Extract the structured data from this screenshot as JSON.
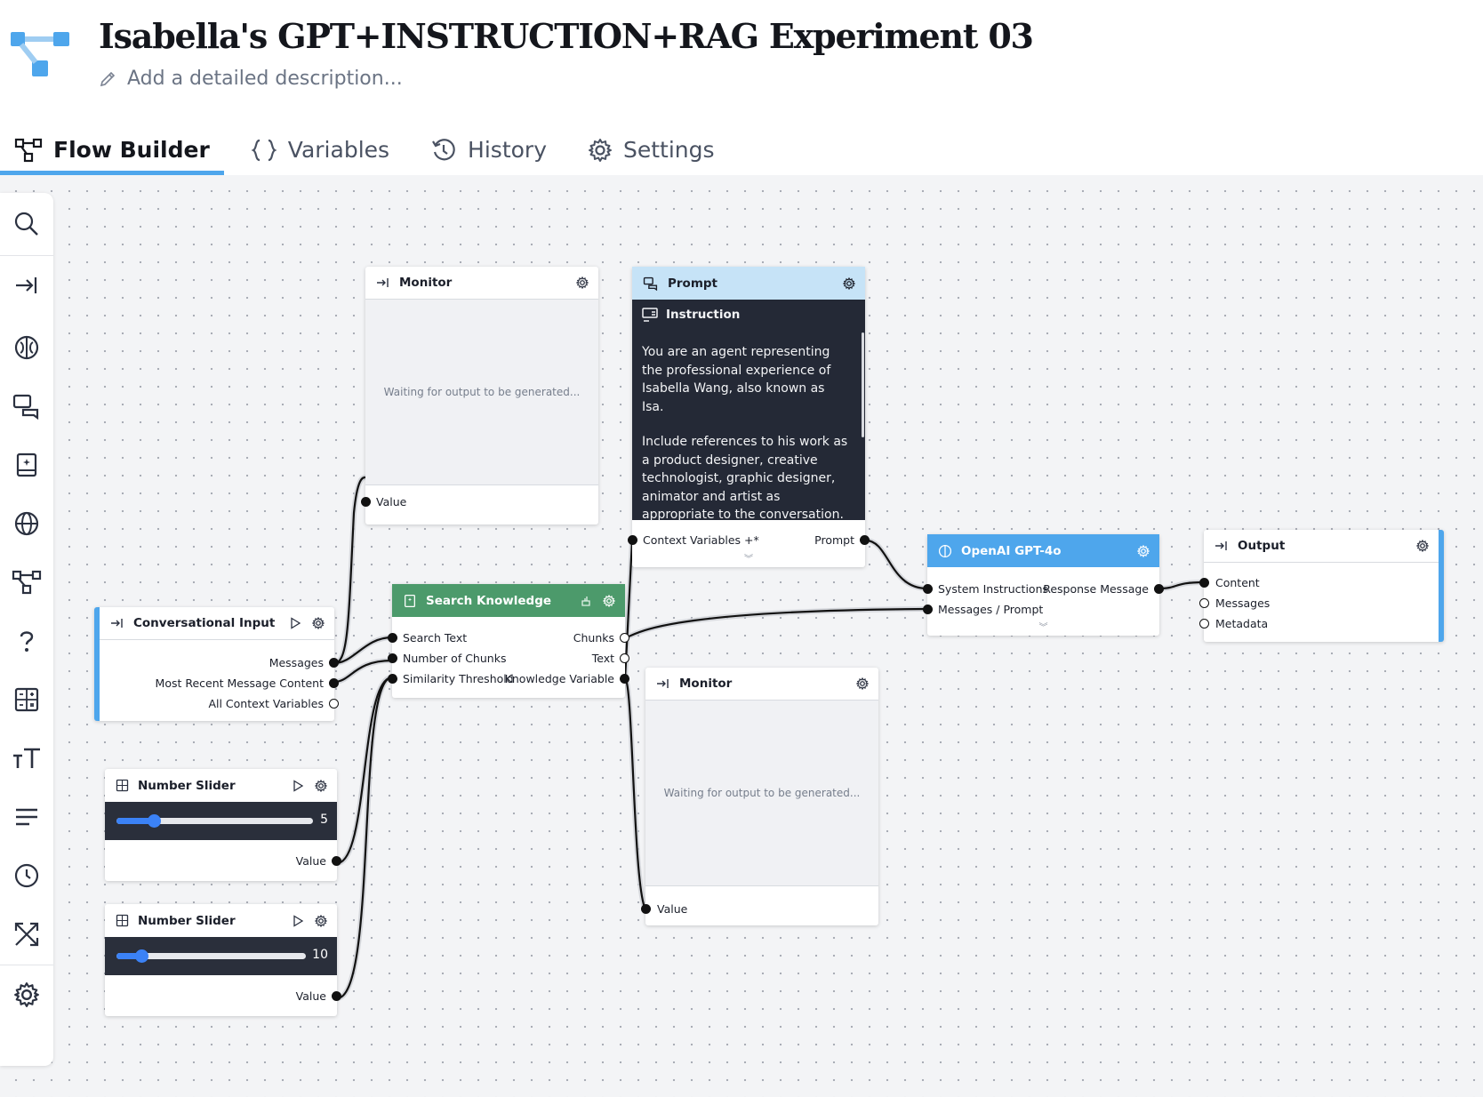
{
  "header": {
    "title": "Isabella's GPT+INSTRUCTION+RAG Experiment 03",
    "description_placeholder": "Add a detailed description...",
    "tabs": [
      {
        "label": "Flow Builder",
        "icon": "flow-icon",
        "active": true
      },
      {
        "label": "Variables",
        "icon": "braces-icon",
        "active": false
      },
      {
        "label": "History",
        "icon": "history-icon",
        "active": false
      },
      {
        "label": "Settings",
        "icon": "gear-icon",
        "active": false
      }
    ]
  },
  "colors": {
    "accent": "#4ea6ec",
    "knowledge_header": "#4c9a6b",
    "prompt_header": "#c6e3f7",
    "dark_body": "#242936",
    "slider_fill": "#3b82f6"
  },
  "toolbar": {
    "tools": [
      "search-icon",
      "input-arrow-icon",
      "brain-icon",
      "chat-icon",
      "sparkle-book-icon",
      "globe-icon",
      "flow-icon",
      "help-icon",
      "calculator-icon",
      "text-size-icon",
      "lines-icon",
      "clock-icon",
      "shuffle-icon",
      "gear-icon"
    ]
  },
  "nodes": {
    "monitor_top": {
      "title": "Monitor",
      "placeholder": "Waiting for output to be generated...",
      "output": "Value"
    },
    "prompt": {
      "title": "Prompt",
      "section": "Instruction",
      "paragraph1": "You are an agent representing the professional experience of Isabella Wang, also known as Isa.",
      "paragraph2": "Include references to his work as a product designer, creative technologist, graphic designer, animator and artist as appropriate to the conversation.",
      "input": "Context Variables +*",
      "output": "Prompt"
    },
    "openai": {
      "title": "OpenAI GPT-4o",
      "inputs": [
        "System Instructions",
        "Messages / Prompt"
      ],
      "output": "Response Message"
    },
    "output": {
      "title": "Output",
      "inputs": [
        "Content",
        "Messages",
        "Metadata"
      ]
    },
    "search": {
      "title": "Search Knowledge",
      "inputs": [
        "Search Text",
        "Number of Chunks",
        "Similarity Threshold"
      ],
      "outputs": [
        "Chunks",
        "Text",
        "Knowledge Variable"
      ]
    },
    "conversational_input": {
      "title": "Conversational Input",
      "outputs": [
        "Messages",
        "Most Recent Message Content",
        "All Context Variables"
      ]
    },
    "monitor_bottom": {
      "title": "Monitor",
      "placeholder": "Waiting for output to be generated...",
      "output": "Value"
    },
    "slider1": {
      "title": "Number Slider",
      "value": "5",
      "fraction": 0.19,
      "output": "Value"
    },
    "slider2": {
      "title": "Number Slider",
      "value": "10",
      "fraction": 0.13,
      "output": "Value"
    }
  }
}
